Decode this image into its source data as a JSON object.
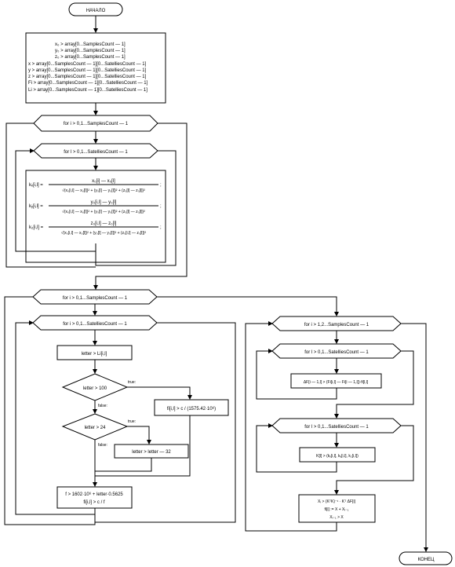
{
  "start_label": "НАЧАЛО",
  "end_label": "КОНЕЦ",
  "init_lines": [
    "x₀ > array[0...SamplesCount — 1]",
    "y₀ > array[0...SamplesCount — 1]",
    "z₀ > array[0...SamplesCount — 1]",
    "x > array[0...SamplesCount — 1][0...SatelliesCount — 1]",
    "y > array[0...SamplesCount — 1][0...SatelliesCount — 1]",
    "z > array[0...SamplesCount — 1][0...SatelliesCount — 1]",
    "Fi > array[0...SamplesCount — 1][0...SatelliesCount — 1]",
    "Li > array[0...SamplesCount — 1][0...SatelliesCount — 1]"
  ],
  "loop1_label": "for i > 0,1...SamplesCount — 1",
  "loop2_label": "for l > 0,1...SatelliesCount — 1",
  "eq_lines": [
    {
      "lhs": "kₓ[i,l] =",
      "num": "x₀[i] — x₀[l]",
      "den": "√(x₀[i,l] — x₀[l])² + (y₀[l] — y₀[l])² + (z₀[l] — z₀[l])²"
    },
    {
      "lhs": "kᵧ[i,l] =",
      "num": "y₀[i,l] — y₀[l]",
      "den": "√(x₀[i,l] — x₀[l])² + (y₀[l] — y₀[l])² + (z₀[l] — z₀[l])²"
    },
    {
      "lhs": "k₂[i,l] =",
      "num": "z₀[i,l] — z₀[l]",
      "den": "√(x₀[i,l] — x₀[l])² + (y₀[l] — y₀[l])² + (z₀[i,l] — z₀[l])²"
    }
  ],
  "loop3_label": "for i > 0,1...SamplesCount — 1",
  "loop4_label": "for i > 0,1...SatelliesCount — 1",
  "letter_assign": "letter > Li[i,l]",
  "cond1": "letter > 100",
  "cond2": "letter > 24",
  "true_label": "true:",
  "false_label": "false:",
  "fi_eq1": "fi[i,l] > c / (1575.42·10⁶)",
  "letter_sub": "letter > letter — 32",
  "freq_lines": [
    "f > 1602·10⁶ + letter·0.5625",
    "fi[i,l] > c / f"
  ],
  "loop5_label": "for i > 1,2...SamplesCount — 1",
  "loop6_label": "for l > 0,1...SatelliesCount — 1",
  "diff_formula": "ΔF[i — 1,l] > (Fi[i,l] — Fi[i — 1,l])·fi[l,l]",
  "loop7_label": "for l > 0,1...SatelliesCount — 1",
  "k_assign": "K[l] > (kₓ[i,l], kᵧ[i,l], k₂[i,l])",
  "final_lines": [
    "Xᵢ > (KᵀK)⁻¹ · Kᵀ ΔF[i]",
    "fi[i] := X + Xᵢ₋₁",
    "Xᵢ₋₁ > X"
  ]
}
